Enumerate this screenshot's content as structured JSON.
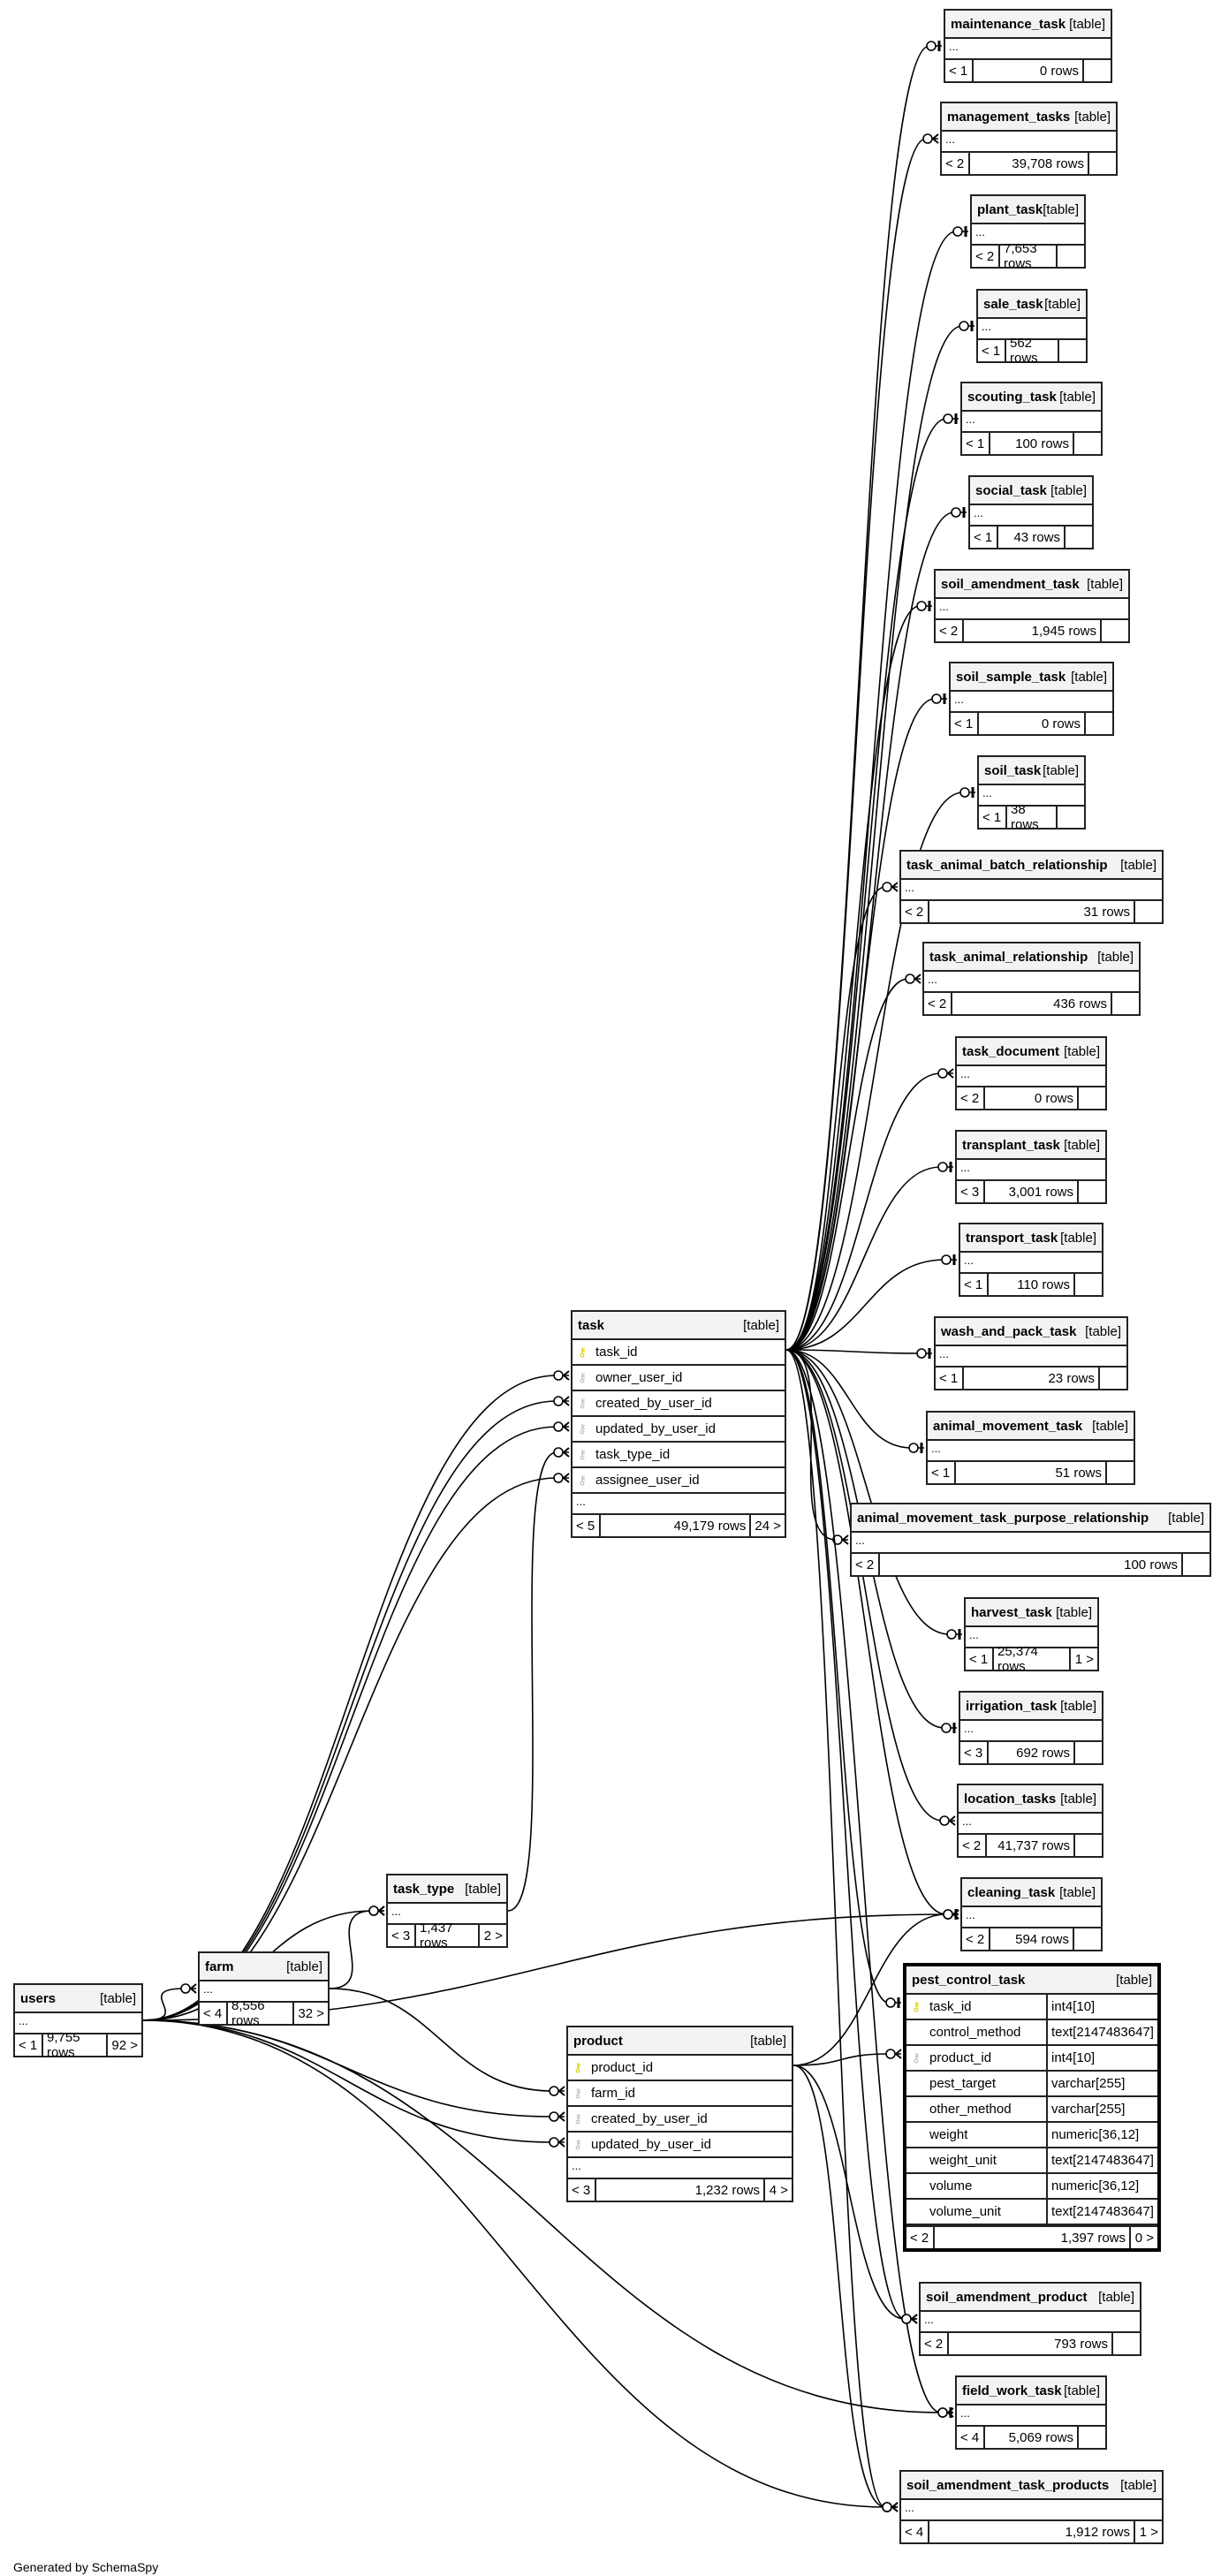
{
  "footer_text": "Generated by SchemaSpy",
  "tables": [
    {
      "name": "maintenance_task",
      "type": "[table]",
      "columns": [],
      "parents": "< 1",
      "rows": "0 rows",
      "children": ""
    },
    {
      "name": "management_tasks",
      "type": "[table]",
      "columns": [],
      "parents": "< 2",
      "rows": "39,708 rows",
      "children": ""
    },
    {
      "name": "plant_task",
      "type": "[table]",
      "columns": [],
      "parents": "< 2",
      "rows": "7,653 rows",
      "children": ""
    },
    {
      "name": "sale_task",
      "type": "[table]",
      "columns": [],
      "parents": "< 1",
      "rows": "562 rows",
      "children": ""
    },
    {
      "name": "scouting_task",
      "type": "[table]",
      "columns": [],
      "parents": "< 1",
      "rows": "100 rows",
      "children": ""
    },
    {
      "name": "social_task",
      "type": "[table]",
      "columns": [],
      "parents": "< 1",
      "rows": "43 rows",
      "children": ""
    },
    {
      "name": "soil_amendment_task",
      "type": "[table]",
      "columns": [],
      "parents": "< 2",
      "rows": "1,945 rows",
      "children": ""
    },
    {
      "name": "soil_sample_task",
      "type": "[table]",
      "columns": [],
      "parents": "< 1",
      "rows": "0 rows",
      "children": ""
    },
    {
      "name": "soil_task",
      "type": "[table]",
      "columns": [],
      "parents": "< 1",
      "rows": "38 rows",
      "children": ""
    },
    {
      "name": "task_animal_batch_relationship",
      "type": "[table]",
      "columns": [],
      "parents": "< 2",
      "rows": "31 rows",
      "children": ""
    },
    {
      "name": "task_animal_relationship",
      "type": "[table]",
      "columns": [],
      "parents": "< 2",
      "rows": "436 rows",
      "children": ""
    },
    {
      "name": "task_document",
      "type": "[table]",
      "columns": [],
      "parents": "< 2",
      "rows": "0 rows",
      "children": ""
    },
    {
      "name": "transplant_task",
      "type": "[table]",
      "columns": [],
      "parents": "< 3",
      "rows": "3,001 rows",
      "children": ""
    },
    {
      "name": "transport_task",
      "type": "[table]",
      "columns": [],
      "parents": "< 1",
      "rows": "110 rows",
      "children": ""
    },
    {
      "name": "wash_and_pack_task",
      "type": "[table]",
      "columns": [],
      "parents": "< 1",
      "rows": "23 rows",
      "children": ""
    },
    {
      "name": "animal_movement_task",
      "type": "[table]",
      "columns": [],
      "parents": "< 1",
      "rows": "51 rows",
      "children": ""
    },
    {
      "name": "animal_movement_task_purpose_relationship",
      "type": "[table]",
      "columns": [],
      "parents": "< 2",
      "rows": "100 rows",
      "children": ""
    },
    {
      "name": "harvest_task",
      "type": "[table]",
      "columns": [],
      "parents": "< 1",
      "rows": "25,374 rows",
      "children": "1 >"
    },
    {
      "name": "irrigation_task",
      "type": "[table]",
      "columns": [],
      "parents": "< 3",
      "rows": "692 rows",
      "children": ""
    },
    {
      "name": "location_tasks",
      "type": "[table]",
      "columns": [],
      "parents": "< 2",
      "rows": "41,737 rows",
      "children": ""
    },
    {
      "name": "cleaning_task",
      "type": "[table]",
      "columns": [],
      "parents": "< 2",
      "rows": "594 rows",
      "children": ""
    },
    {
      "name": "pest_control_task",
      "type": "[table]",
      "focus": true,
      "columns": [
        {
          "name": "task_id",
          "key": "pk",
          "type": "int4[10]"
        },
        {
          "name": "control_method",
          "key": "",
          "type": "text[2147483647]"
        },
        {
          "name": "product_id",
          "key": "fk",
          "type": "int4[10]"
        },
        {
          "name": "pest_target",
          "key": "",
          "type": "varchar[255]"
        },
        {
          "name": "other_method",
          "key": "",
          "type": "varchar[255]"
        },
        {
          "name": "weight",
          "key": "",
          "type": "numeric[36,12]"
        },
        {
          "name": "weight_unit",
          "key": "",
          "type": "text[2147483647]"
        },
        {
          "name": "volume",
          "key": "",
          "type": "numeric[36,12]"
        },
        {
          "name": "volume_unit",
          "key": "",
          "type": "text[2147483647]"
        }
      ],
      "noEllipsis": true,
      "parents": "< 2",
      "rows": "1,397 rows",
      "children": "0 >"
    },
    {
      "name": "soil_amendment_product",
      "type": "[table]",
      "columns": [],
      "parents": "< 2",
      "rows": "793 rows",
      "children": ""
    },
    {
      "name": "field_work_task",
      "type": "[table]",
      "columns": [],
      "parents": "< 4",
      "rows": "5,069 rows",
      "children": ""
    },
    {
      "name": "soil_amendment_task_products",
      "type": "[table]",
      "columns": [],
      "parents": "< 4",
      "rows": "1,912 rows",
      "children": "1 >"
    },
    {
      "name": "task",
      "type": "[table]",
      "columns": [
        {
          "name": "task_id",
          "key": "pk"
        },
        {
          "name": "owner_user_id",
          "key": "fk"
        },
        {
          "name": "created_by_user_id",
          "key": "fk"
        },
        {
          "name": "updated_by_user_id",
          "key": "fk"
        },
        {
          "name": "task_type_id",
          "key": "fk"
        },
        {
          "name": "assignee_user_id",
          "key": "fk"
        }
      ],
      "parents": "< 5",
      "rows": "49,179 rows",
      "children": "24 >"
    },
    {
      "name": "task_type",
      "type": "[table]",
      "columns": [],
      "parents": "< 3",
      "rows": "1,437 rows",
      "children": "2 >"
    },
    {
      "name": "farm",
      "type": "[table]",
      "columns": [],
      "parents": "< 4",
      "rows": "8,556 rows",
      "children": "32 >"
    },
    {
      "name": "users",
      "type": "[table]",
      "columns": [],
      "parents": "< 1",
      "rows": "9,755 rows",
      "children": "92 >"
    },
    {
      "name": "product",
      "type": "[table]",
      "columns": [
        {
          "name": "product_id",
          "key": "pk"
        },
        {
          "name": "farm_id",
          "key": "fk"
        },
        {
          "name": "created_by_user_id",
          "key": "fk"
        },
        {
          "name": "updated_by_user_id",
          "key": "fk"
        }
      ],
      "parents": "< 3",
      "rows": "1,232 rows",
      "children": "4 >"
    }
  ],
  "relationships": [
    {
      "from": "task",
      "fromCol": "task_id",
      "to": "maintenance_task",
      "many": false
    },
    {
      "from": "task",
      "fromCol": "task_id",
      "to": "management_tasks",
      "many": true
    },
    {
      "from": "task",
      "fromCol": "task_id",
      "to": "plant_task",
      "many": false
    },
    {
      "from": "task",
      "fromCol": "task_id",
      "to": "sale_task",
      "many": false
    },
    {
      "from": "task",
      "fromCol": "task_id",
      "to": "scouting_task",
      "many": false
    },
    {
      "from": "task",
      "fromCol": "task_id",
      "to": "social_task",
      "many": false
    },
    {
      "from": "task",
      "fromCol": "task_id",
      "to": "soil_amendment_task",
      "many": false
    },
    {
      "from": "task",
      "fromCol": "task_id",
      "to": "soil_sample_task",
      "many": false
    },
    {
      "from": "task",
      "fromCol": "task_id",
      "to": "soil_task",
      "many": false
    },
    {
      "from": "task",
      "fromCol": "task_id",
      "to": "task_animal_batch_relationship",
      "many": true
    },
    {
      "from": "task",
      "fromCol": "task_id",
      "to": "task_animal_relationship",
      "many": true
    },
    {
      "from": "task",
      "fromCol": "task_id",
      "to": "task_document",
      "many": true
    },
    {
      "from": "task",
      "fromCol": "task_id",
      "to": "transplant_task",
      "many": false
    },
    {
      "from": "task",
      "fromCol": "task_id",
      "to": "transport_task",
      "many": false
    },
    {
      "from": "task",
      "fromCol": "task_id",
      "to": "wash_and_pack_task",
      "many": false
    },
    {
      "from": "task",
      "fromCol": "task_id",
      "to": "animal_movement_task",
      "many": false
    },
    {
      "from": "task",
      "fromCol": "task_id",
      "to": "animal_movement_task_purpose_relationship",
      "many": true
    },
    {
      "from": "task",
      "fromCol": "task_id",
      "to": "harvest_task",
      "many": false
    },
    {
      "from": "task",
      "fromCol": "task_id",
      "to": "irrigation_task",
      "many": false
    },
    {
      "from": "task",
      "fromCol": "task_id",
      "to": "location_tasks",
      "many": true
    },
    {
      "from": "task",
      "fromCol": "task_id",
      "to": "cleaning_task",
      "many": false
    },
    {
      "from": "task",
      "fromCol": "task_id",
      "to": "pest_control_task",
      "toCol": "task_id",
      "many": false
    },
    {
      "from": "task",
      "fromCol": "task_id",
      "to": "soil_amendment_product",
      "many": true
    },
    {
      "from": "task",
      "fromCol": "task_id",
      "to": "field_work_task",
      "many": false
    },
    {
      "from": "task",
      "fromCol": "task_id",
      "to": "soil_amendment_task_products",
      "many": true
    },
    {
      "from": "product",
      "fromCol": "product_id",
      "to": "pest_control_task",
      "toCol": "product_id",
      "many": true
    },
    {
      "from": "product",
      "fromCol": "product_id",
      "to": "cleaning_task",
      "many": true
    },
    {
      "from": "product",
      "fromCol": "product_id",
      "to": "soil_amendment_product",
      "many": true
    },
    {
      "from": "product",
      "fromCol": "product_id",
      "to": "soil_amendment_task_products",
      "many": true
    },
    {
      "from": "users",
      "to": "task",
      "toCol": "owner_user_id",
      "many": true
    },
    {
      "from": "users",
      "to": "task",
      "toCol": "created_by_user_id",
      "many": true
    },
    {
      "from": "users",
      "to": "task",
      "toCol": "updated_by_user_id",
      "many": true
    },
    {
      "from": "users",
      "to": "task",
      "toCol": "assignee_user_id",
      "many": true
    },
    {
      "from": "task_type",
      "to": "task",
      "toCol": "task_type_id",
      "many": true
    },
    {
      "from": "users",
      "to": "task_type",
      "many": true
    },
    {
      "from": "farm",
      "to": "task_type",
      "many": true
    },
    {
      "from": "users",
      "to": "farm",
      "many": true
    },
    {
      "from": "users",
      "to": "product",
      "toCol": "created_by_user_id",
      "many": true
    },
    {
      "from": "users",
      "to": "product",
      "toCol": "updated_by_user_id",
      "many": true
    },
    {
      "from": "farm",
      "to": "product",
      "toCol": "farm_id",
      "many": true
    },
    {
      "from": "users",
      "to": "field_work_task",
      "many": true
    },
    {
      "from": "users",
      "to": "soil_amendment_task_products",
      "many": true
    },
    {
      "from": "users",
      "to": "cleaning_task",
      "many": true
    }
  ]
}
